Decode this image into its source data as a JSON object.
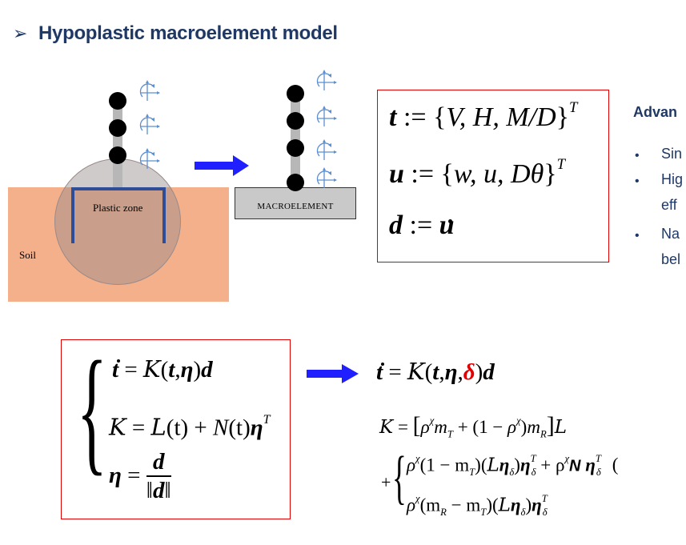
{
  "title": {
    "bullet": "➢",
    "text": "Hypoplastic macroelement model"
  },
  "figure": {
    "soil_label": "Soil",
    "plastic_zone_label": "Plastic zone",
    "macroelement_label": "MACROELEMENT",
    "colors": {
      "soil": "#f3b08a",
      "caisson": "#2e4d99",
      "arrow": "#1f1fff",
      "box_border": "#e00000"
    }
  },
  "top_equations": {
    "t_def": {
      "lhs": "t",
      "op": " := ",
      "lbrace": "{",
      "body": "V, H, M/D",
      "rbrace": "}",
      "sup": "T"
    },
    "u_def": {
      "lhs": "u",
      "op": " := ",
      "lbrace": "{",
      "body": "w, u, Dθ",
      "rbrace": "}",
      "sup": "T"
    },
    "d_def": {
      "lhs": "d",
      "op": " := ",
      "rhs": "u"
    }
  },
  "advantages": {
    "title": "Advan",
    "items": [
      {
        "bullet": "•",
        "text": "Sin"
      },
      {
        "bullet": "•",
        "text": "Hig"
      },
      {
        "bullet": "",
        "text": "eff"
      },
      {
        "bullet": "•",
        "text": "Na"
      },
      {
        "bullet": "",
        "text": "bel"
      }
    ]
  },
  "left_system": {
    "brace": "{",
    "eq1": {
      "lhs": "t",
      "op": " = ",
      "rhs1": "K",
      "rhs2": "(",
      "t": "t",
      "comma": ",",
      "eta": "η",
      "close": ")",
      "d": "d"
    },
    "eq2": {
      "lhs": "K",
      "op": " = ",
      "L": "L",
      "t_part": "(t)",
      "plus": " + ",
      "N": "N",
      "nt": "(t)",
      "eta": "η",
      "sup": "T"
    },
    "eq3": {
      "lhs": "η",
      "op": " = ",
      "num": "d",
      "den": "d"
    }
  },
  "right_equations": {
    "main": {
      "lhs": "t",
      "op": " = ",
      "K": "K",
      "open": "(",
      "t": "t",
      "c1": ",",
      "eta": "η",
      "c2": ",",
      "delta": "δ",
      "close": ")",
      "d": "d"
    },
    "K_def": {
      "lhs": "K",
      "op": " = ",
      "lbr": "[",
      "rho1": "ρ",
      "chi1": "χ",
      "m1": "m",
      "T1": "T",
      "plus": " + (1 − ",
      "rho2": "ρ",
      "chi2": "χ",
      "close_paren": ")",
      "m2": "m",
      "R": "R",
      "rbr": "]",
      "L": "L"
    },
    "line3": {
      "plus": "+",
      "brace": "{",
      "text1": "ρ",
      "chi": "χ",
      "rest": "(1 − m",
      "T": "T",
      "rest2": ")(",
      "L": "L",
      "eta": "η",
      "delta": "δ",
      "rest3": ")",
      "eta2": "η",
      "sup1": "T",
      "sub1": "δ",
      "plus2": " + ρ",
      "chi2": "χ",
      "N": "N",
      "eta3": " η",
      "sup2": "T",
      "sub2": "δ",
      "tail": "("
    },
    "line4": {
      "text1": "ρ",
      "chi": "χ",
      "rest": "(m",
      "R": "R",
      "minus": " − m",
      "T": "T",
      "rest2": ")(",
      "L": "L",
      "eta": "η",
      "delta": "δ",
      "rest3": ")",
      "eta2": "η",
      "sup": "T",
      "sub": "δ"
    }
  }
}
